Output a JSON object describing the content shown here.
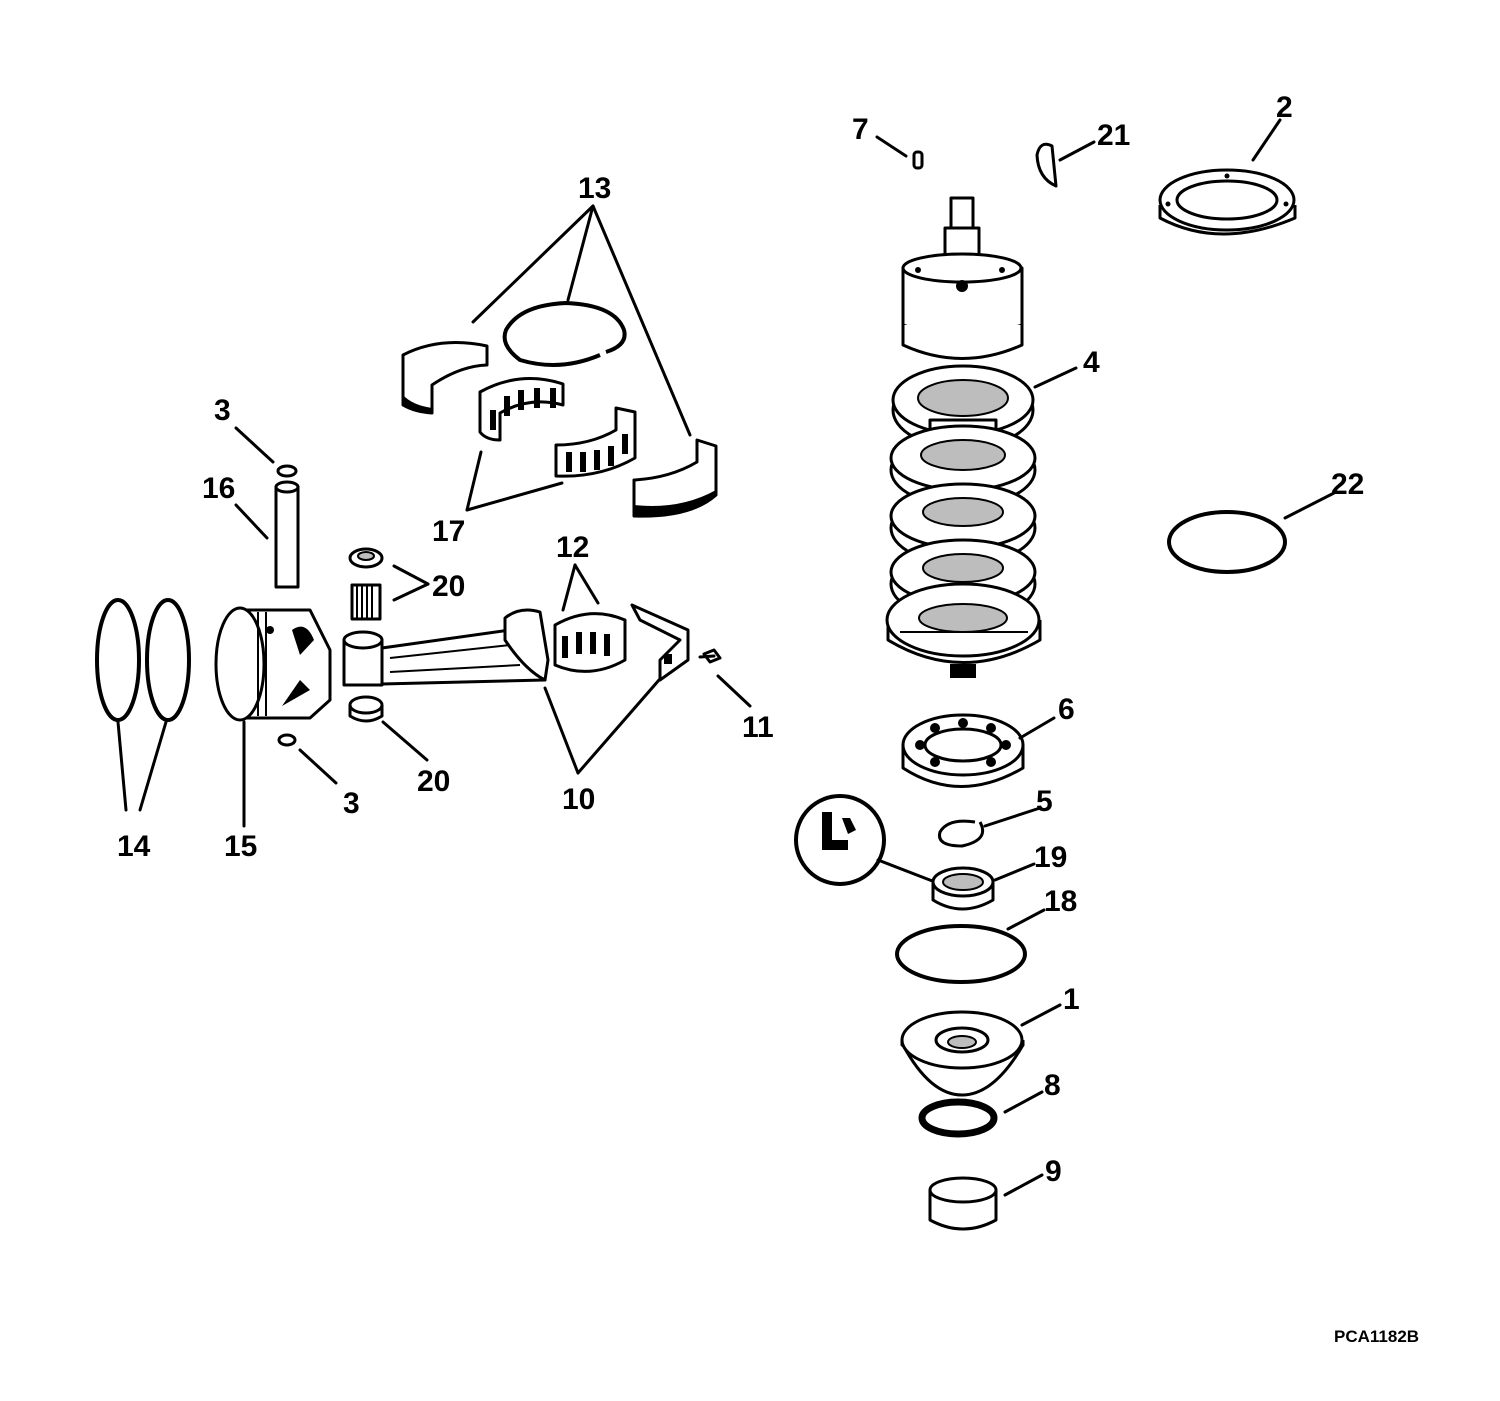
{
  "diagram": {
    "drawing_code": "PCA1182B",
    "callouts": {
      "c1": "1",
      "c2": "2",
      "c3_top": "3",
      "c3_bottom": "3",
      "c4": "4",
      "c5": "5",
      "c6": "6",
      "c7": "7",
      "c8": "8",
      "c9": "9",
      "c10": "10",
      "c11": "11",
      "c12": "12",
      "c13": "13",
      "c14": "14",
      "c15": "15",
      "c16": "16",
      "c17": "17",
      "c18": "18",
      "c19": "19",
      "c20_top": "20",
      "c20_bottom": "20",
      "c21": "21",
      "c22": "22"
    },
    "colors": {
      "ink": "#000000",
      "paper": "#ffffff"
    }
  }
}
